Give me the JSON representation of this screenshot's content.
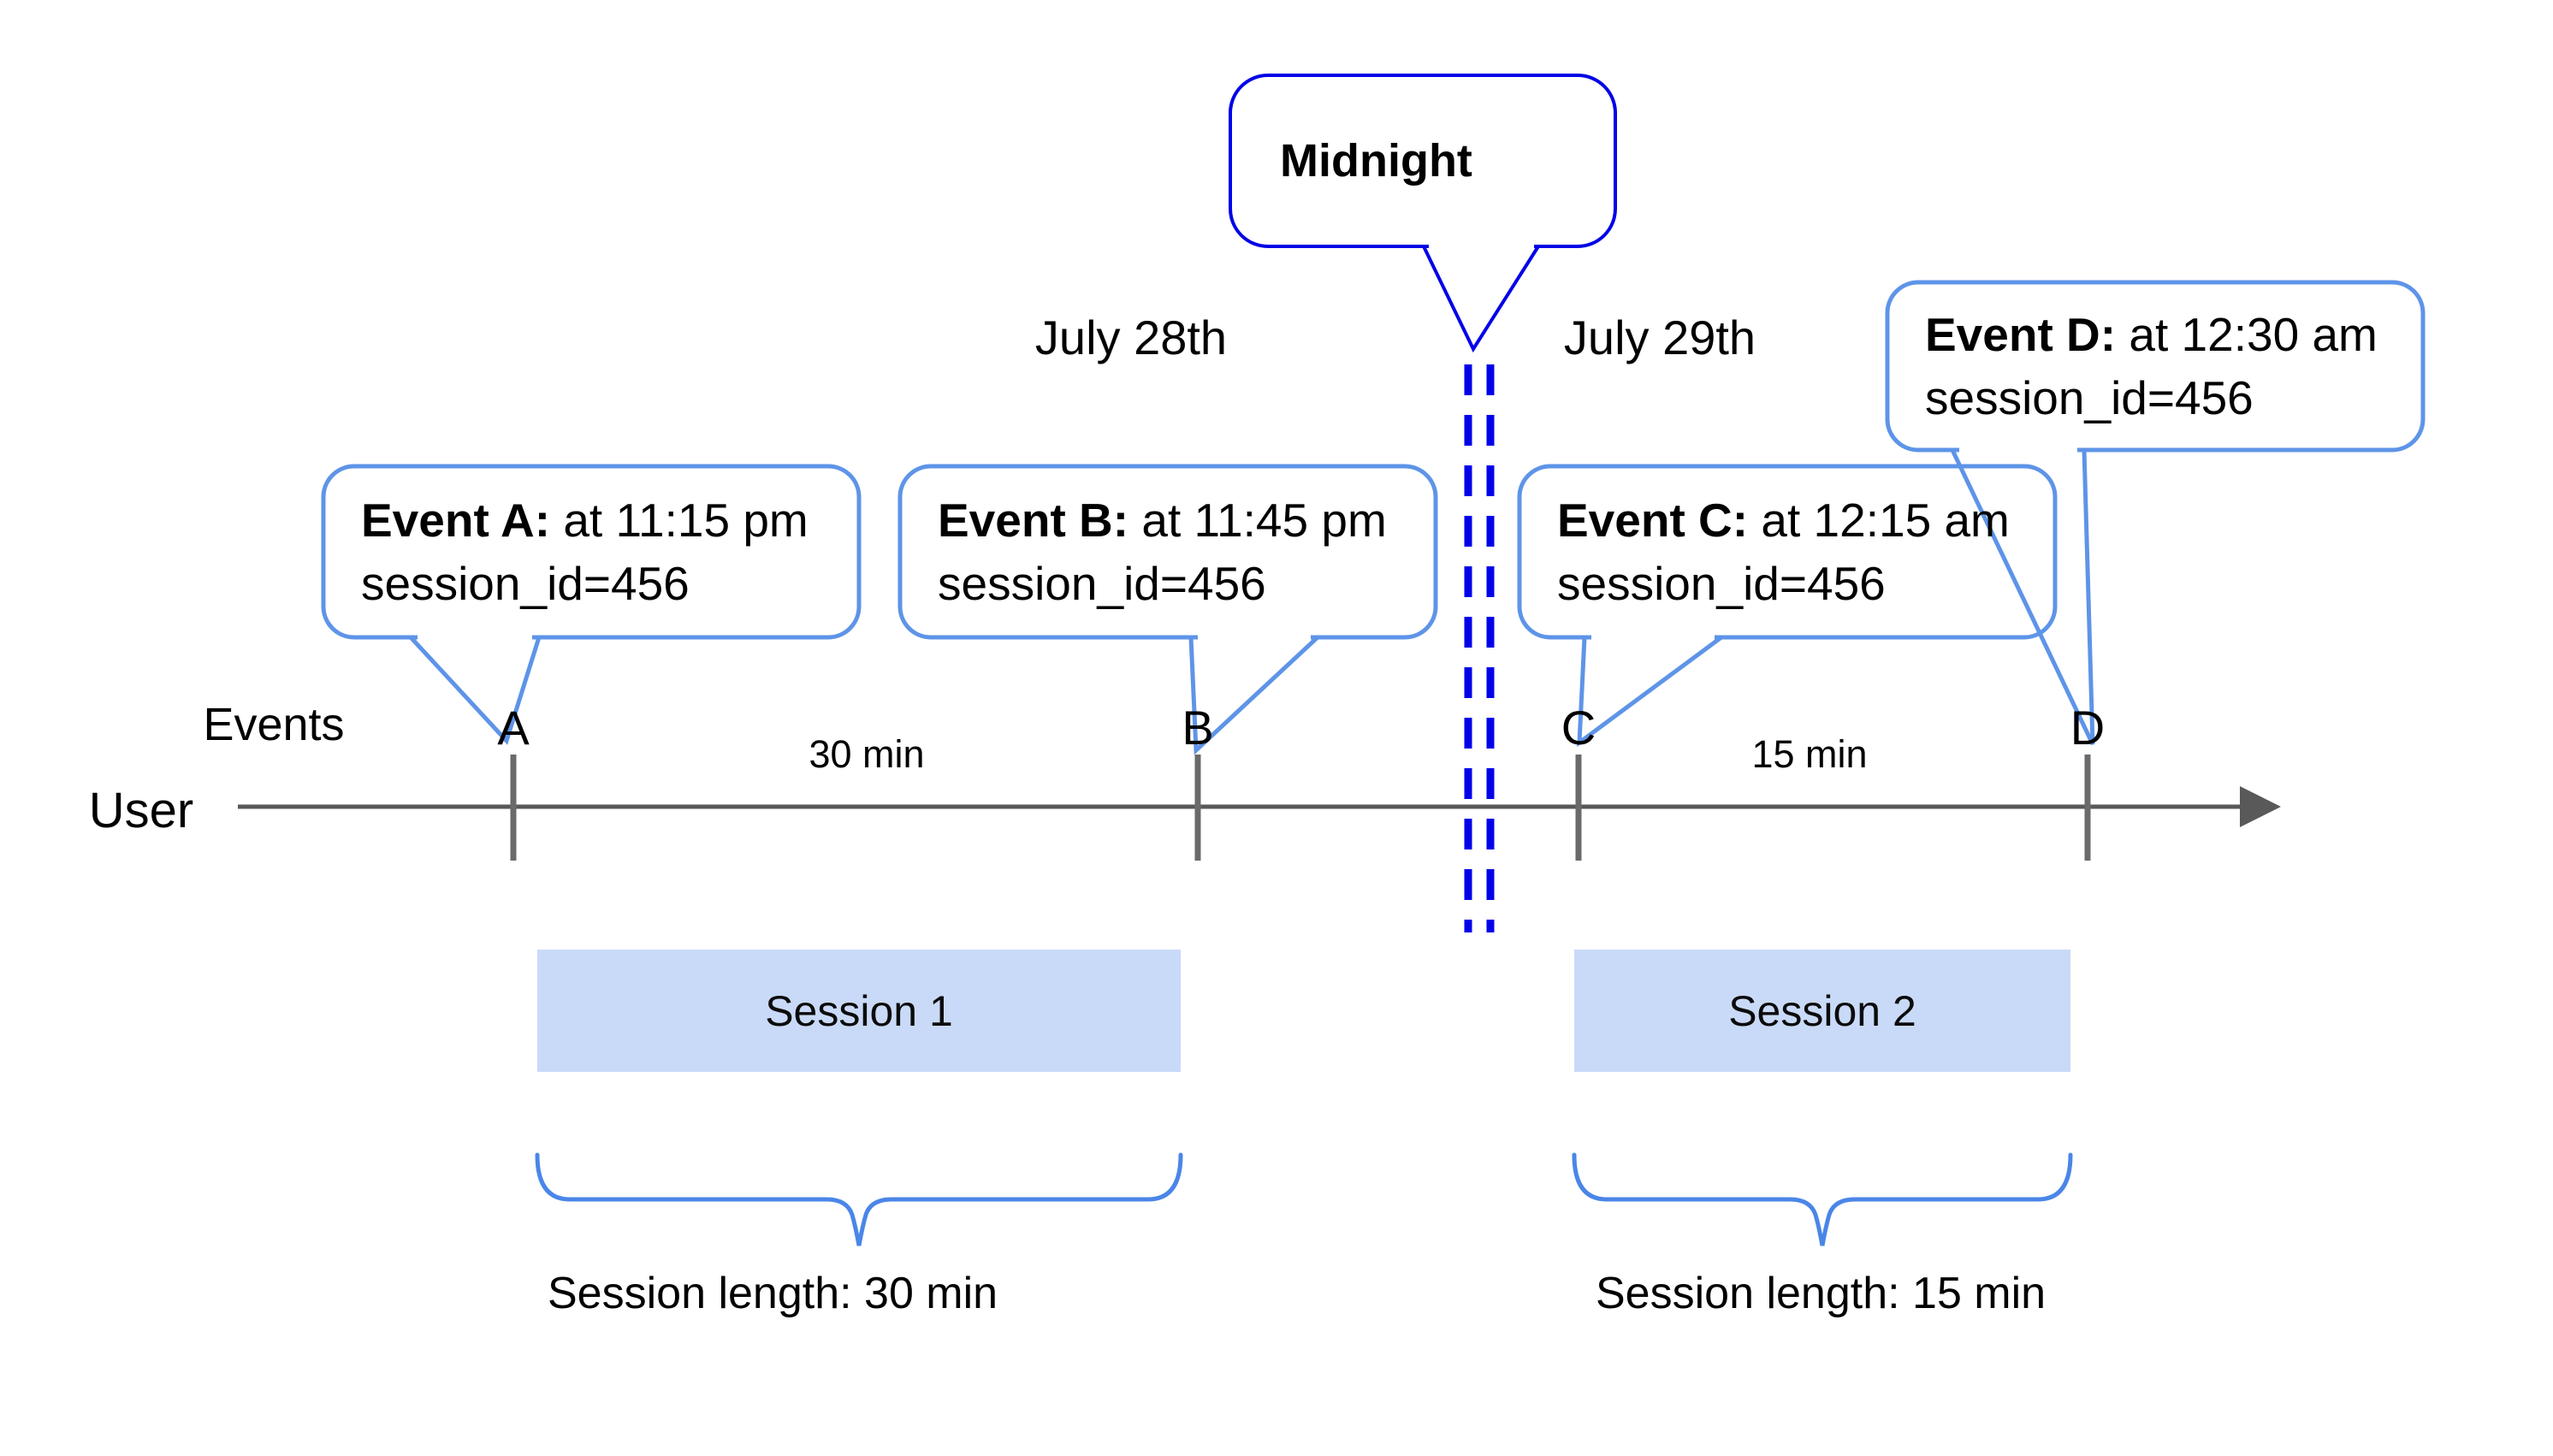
{
  "diagram": {
    "midnight": {
      "label": "Midnight"
    },
    "dates": {
      "day1": "July 28th",
      "day2": "July 29th"
    },
    "axis": {
      "events_label": "Events",
      "user_label": "User"
    },
    "ticks": {
      "a": "A",
      "b": "B",
      "c": "C",
      "d": "D"
    },
    "intervals": {
      "ab": "30 min",
      "cd": "15 min"
    },
    "callouts": {
      "a": {
        "title": "Event A:",
        "time": " at 11:15 pm",
        "detail": "session_id=456"
      },
      "b": {
        "title": "Event B:",
        "time": " at 11:45 pm",
        "detail": "session_id=456"
      },
      "c": {
        "title": "Event C:",
        "time": " at 12:15 am",
        "detail": "session_id=456"
      },
      "d": {
        "title": "Event D:",
        "time": " at 12:30 am",
        "detail": "session_id=456"
      }
    },
    "sessions": {
      "s1": {
        "name": "Session 1",
        "length": "Session length: 30 min"
      },
      "s2": {
        "name": "Session 2",
        "length": "Session length: 15 min"
      }
    },
    "colors": {
      "midnight_blue": "#0202E8",
      "callout_blue": "#5E94E8",
      "brace_blue": "#4A86E8",
      "session_fill": "#C9DAF8",
      "axis_gray": "#595959"
    }
  }
}
